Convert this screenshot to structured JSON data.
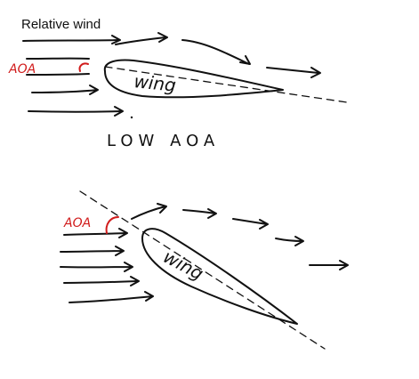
{
  "header": {
    "relative_wind_label": "Relative wind"
  },
  "panel_low": {
    "aoa_label": "AOA",
    "wing_label": "wing",
    "caption": "LOW AOA"
  },
  "panel_high": {
    "aoa_label": "AOA",
    "wing_label": "wing"
  },
  "colors": {
    "ink": "#111111",
    "aoa_red": "#d11c1c",
    "background": "#ffffff"
  }
}
